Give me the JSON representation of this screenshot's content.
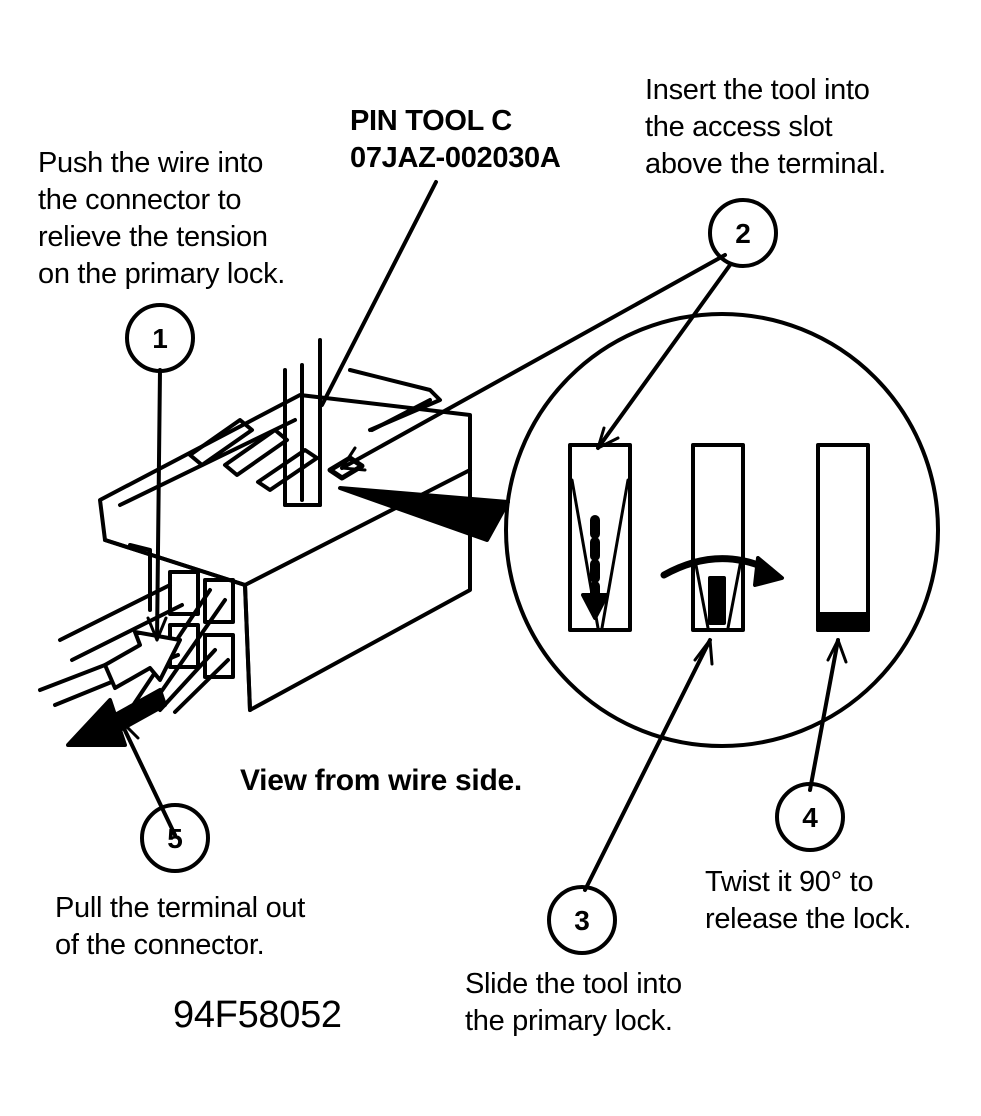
{
  "tool_label": {
    "line1": "PIN TOOL C",
    "line2": "07JAZ-002030A"
  },
  "steps": [
    {
      "number": "1",
      "text": [
        "Push the wire into",
        "the connector to",
        "relieve the tension",
        "on the primary lock."
      ]
    },
    {
      "number": "2",
      "text": [
        "Insert the tool into",
        "the access slot",
        "above the terminal."
      ]
    },
    {
      "number": "3",
      "text": [
        "Slide the tool into",
        "the primary lock."
      ]
    },
    {
      "number": "4",
      "text": [
        "Twist it 90° to",
        "release the lock."
      ]
    },
    {
      "number": "5",
      "text": [
        "Pull the terminal out",
        "of the connector."
      ]
    }
  ],
  "view_caption": "View from wire side.",
  "figure_id": "94F58052"
}
